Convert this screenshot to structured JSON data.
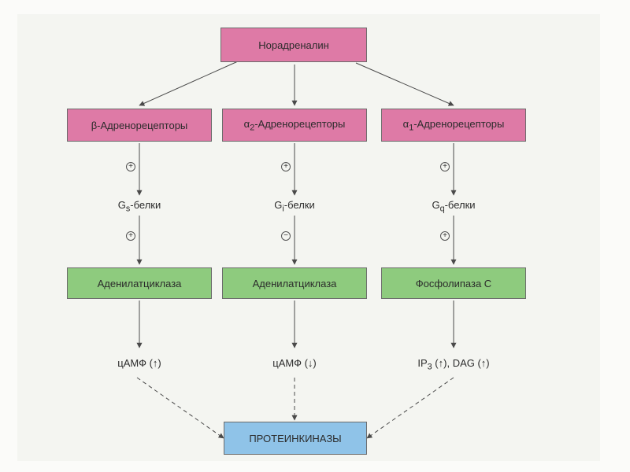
{
  "top": {
    "label": "Норадреналин"
  },
  "columns": [
    {
      "receptor": "β-Адренорецепторы",
      "sign1": "+",
      "gprotein": {
        "base": "G",
        "sub": "s",
        "rest": "-белки"
      },
      "sign2": "+",
      "enzyme": "Аденилатциклаза",
      "messenger": "цАМФ (↑)"
    },
    {
      "receptor": {
        "base": "α",
        "sub": "2",
        "rest": "-Адренорецепторы"
      },
      "sign1": "+",
      "gprotein": {
        "base": "G",
        "sub": "i",
        "rest": "-белки"
      },
      "sign2": "−",
      "enzyme": "Аденилатциклаза",
      "messenger": "цАМФ (↓)"
    },
    {
      "receptor": {
        "base": "α",
        "sub": "1",
        "rest": "-Адренорецепторы"
      },
      "sign1": "+",
      "gprotein": {
        "base": "G",
        "sub": "q",
        "rest": "-белки"
      },
      "sign2": "+",
      "enzyme": "Фосфолипаза С",
      "messenger": {
        "base": "IP",
        "sub": "3",
        "rest": " (↑), DAG (↑)"
      }
    }
  ],
  "bottom": {
    "label": "ПРОТЕИНКИНАЗЫ"
  },
  "colors": {
    "top": "#de7aa6",
    "receptor": "#de7aa6",
    "enzyme": "#8ecb7e",
    "bottom": "#8fc3e8",
    "arrow": "#4a4a4a"
  }
}
